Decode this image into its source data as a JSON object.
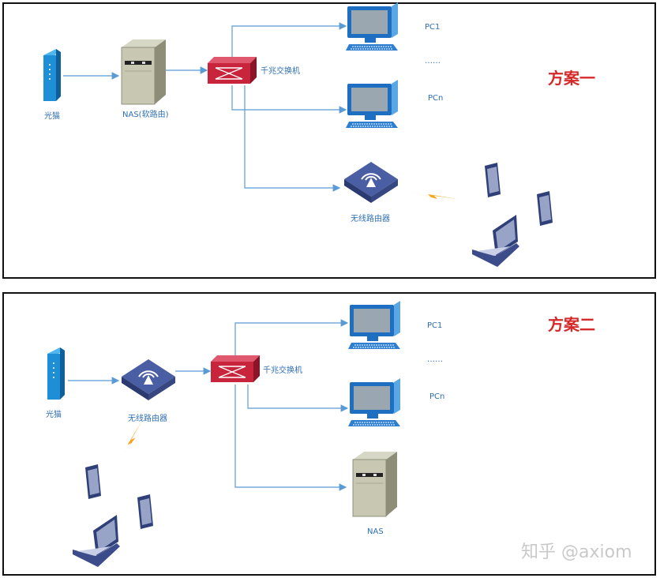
{
  "panels": [
    {
      "title": "方案一",
      "labels": {
        "modem": "光猫",
        "nas": "NAS(软路由)",
        "switch": "千兆交换机",
        "pc1": "PC1",
        "dots": "……",
        "pcn": "PCn",
        "router": "无线路由器"
      }
    },
    {
      "title": "方案二",
      "labels": {
        "modem": "光猫",
        "router": "无线路由器",
        "switch": "千兆交换机",
        "pc1": "PC1",
        "dots": "……",
        "pcn": "PCn",
        "nas": "NAS"
      }
    }
  ],
  "watermark": "知乎 @axiom",
  "colors": {
    "link": "#5a9bd5",
    "title": "#d62a2a",
    "switch": "#c8243c",
    "router": "#3a4f8f",
    "modem": "#1e8fd6",
    "wireless_bolt": "#f5a623"
  }
}
